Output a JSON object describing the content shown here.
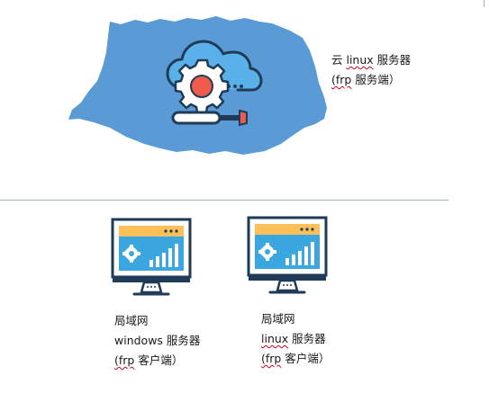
{
  "colors": {
    "cloud_fill": "#5b9bd5",
    "icon_outline": "#1f3b57",
    "gear_red": "#f05a4a",
    "cloud_light": "#5ab0e8",
    "monitor_header": "#ffc05a",
    "monitor_panel": "#3ba7e0",
    "divider": "#9db3c8",
    "spellcheck": "#d0021b"
  },
  "icons": {
    "cloud": "cloud-gear-icon",
    "tool": "screwdriver-icon",
    "monitor": "monitor-dashboard-icon"
  },
  "nodes": {
    "cloud_server": {
      "line1_prefix": "云 ",
      "line1_term": "linux",
      "line1_suffix": " 服务器",
      "line2_term": "(frp",
      "line2_suffix": " 服务端）"
    },
    "windows_client": {
      "line1": "局域网",
      "line2_term": "windows",
      "line2_suffix": " 服务器",
      "line3_term": "(frp",
      "line3_suffix": " 客户端）"
    },
    "linux_client": {
      "line1": "局域网",
      "line2_term": "linux",
      "line2_suffix": " 服务器",
      "line3_term": "(frp",
      "line3_suffix": " 客户端）"
    }
  }
}
